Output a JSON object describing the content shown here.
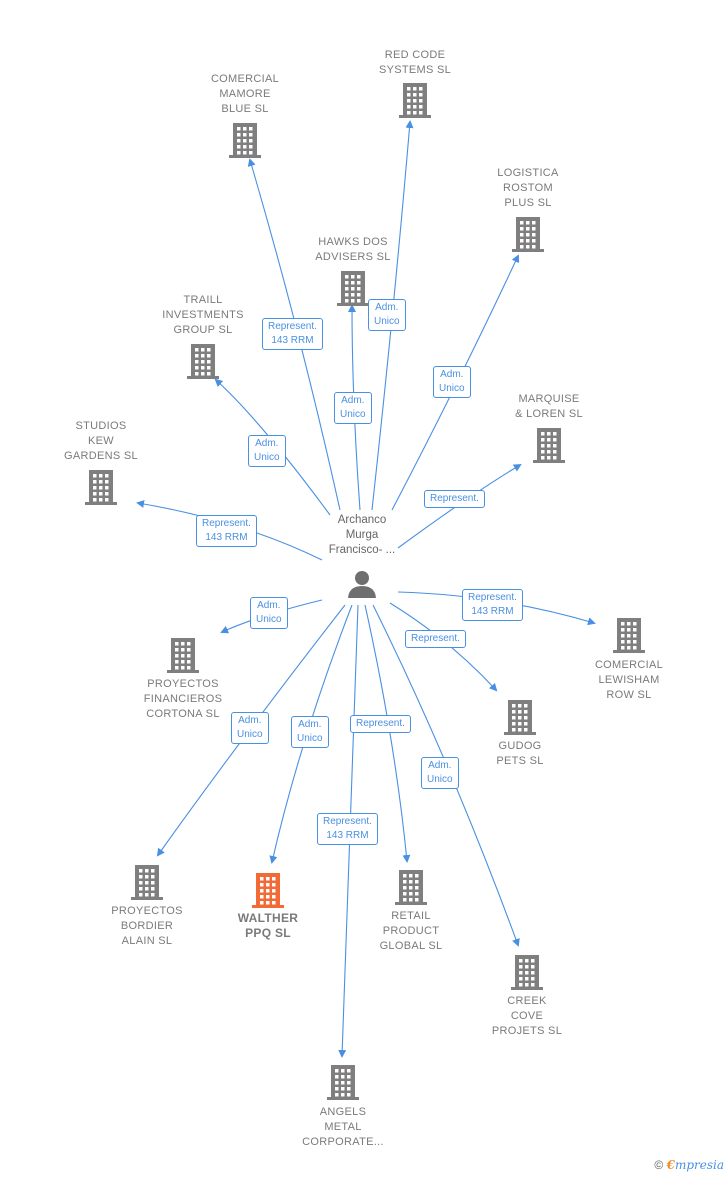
{
  "center": {
    "label": "Archanco\nMurga\nFrancisco- ..."
  },
  "nodes": [
    {
      "label": "COMERCIAL\nMAMORE\nBLUE  SL",
      "highlight": false
    },
    {
      "label": "RED CODE\nSYSTEMS  SL",
      "highlight": false
    },
    {
      "label": "LOGISTICA\nROSTOM\nPLUS  SL",
      "highlight": false
    },
    {
      "label": "HAWKS DOS\nADVISERS  SL",
      "highlight": false
    },
    {
      "label": "TRAILL\nINVESTMENTS\nGROUP  SL",
      "highlight": false
    },
    {
      "label": "MARQUISE\n& LOREN  SL",
      "highlight": false
    },
    {
      "label": "STUDIOS\nKEW\nGARDENS  SL",
      "highlight": false
    },
    {
      "label": "PROYECTOS\nFINANCIEROS\nCORTONA  SL",
      "highlight": false
    },
    {
      "label": "COMERCIAL\nLEWISHAM\nROW  SL",
      "highlight": false
    },
    {
      "label": "GUDOG\nPETS  SL",
      "highlight": false
    },
    {
      "label": "PROYECTOS\nBORDIER\nALAIN  SL",
      "highlight": false
    },
    {
      "label": "WALTHER\nPPQ  SL",
      "highlight": true
    },
    {
      "label": "RETAIL\nPRODUCT\nGLOBAL  SL",
      "highlight": false
    },
    {
      "label": "CREEK\nCOVE\nPROJETS  SL",
      "highlight": false
    },
    {
      "label": "ANGELS\nMETAL\nCORPORATE...",
      "highlight": false
    }
  ],
  "edges": [
    {
      "label": "Represent.\n143 RRM"
    },
    {
      "label": "Adm.\nUnico"
    },
    {
      "label": "Adm.\nUnico"
    },
    {
      "label": "Adm.\nUnico"
    },
    {
      "label": "Adm.\nUnico"
    },
    {
      "label": "Represent."
    },
    {
      "label": "Represent.\n143 RRM"
    },
    {
      "label": "Adm.\nUnico"
    },
    {
      "label": "Represent.\n143 RRM"
    },
    {
      "label": "Represent."
    },
    {
      "label": "Adm.\nUnico"
    },
    {
      "label": "Adm.\nUnico"
    },
    {
      "label": "Represent."
    },
    {
      "label": "Adm.\nUnico"
    },
    {
      "label": "Represent.\n143 RRM"
    }
  ],
  "colors": {
    "edge": "#4a90e2",
    "building": "#7f7f7f",
    "highlight": "#f26a35",
    "person": "#6f6f6f"
  },
  "footer": {
    "copyright_symbol": "©",
    "brand_first": "€",
    "brand_rest": "mpresia"
  }
}
